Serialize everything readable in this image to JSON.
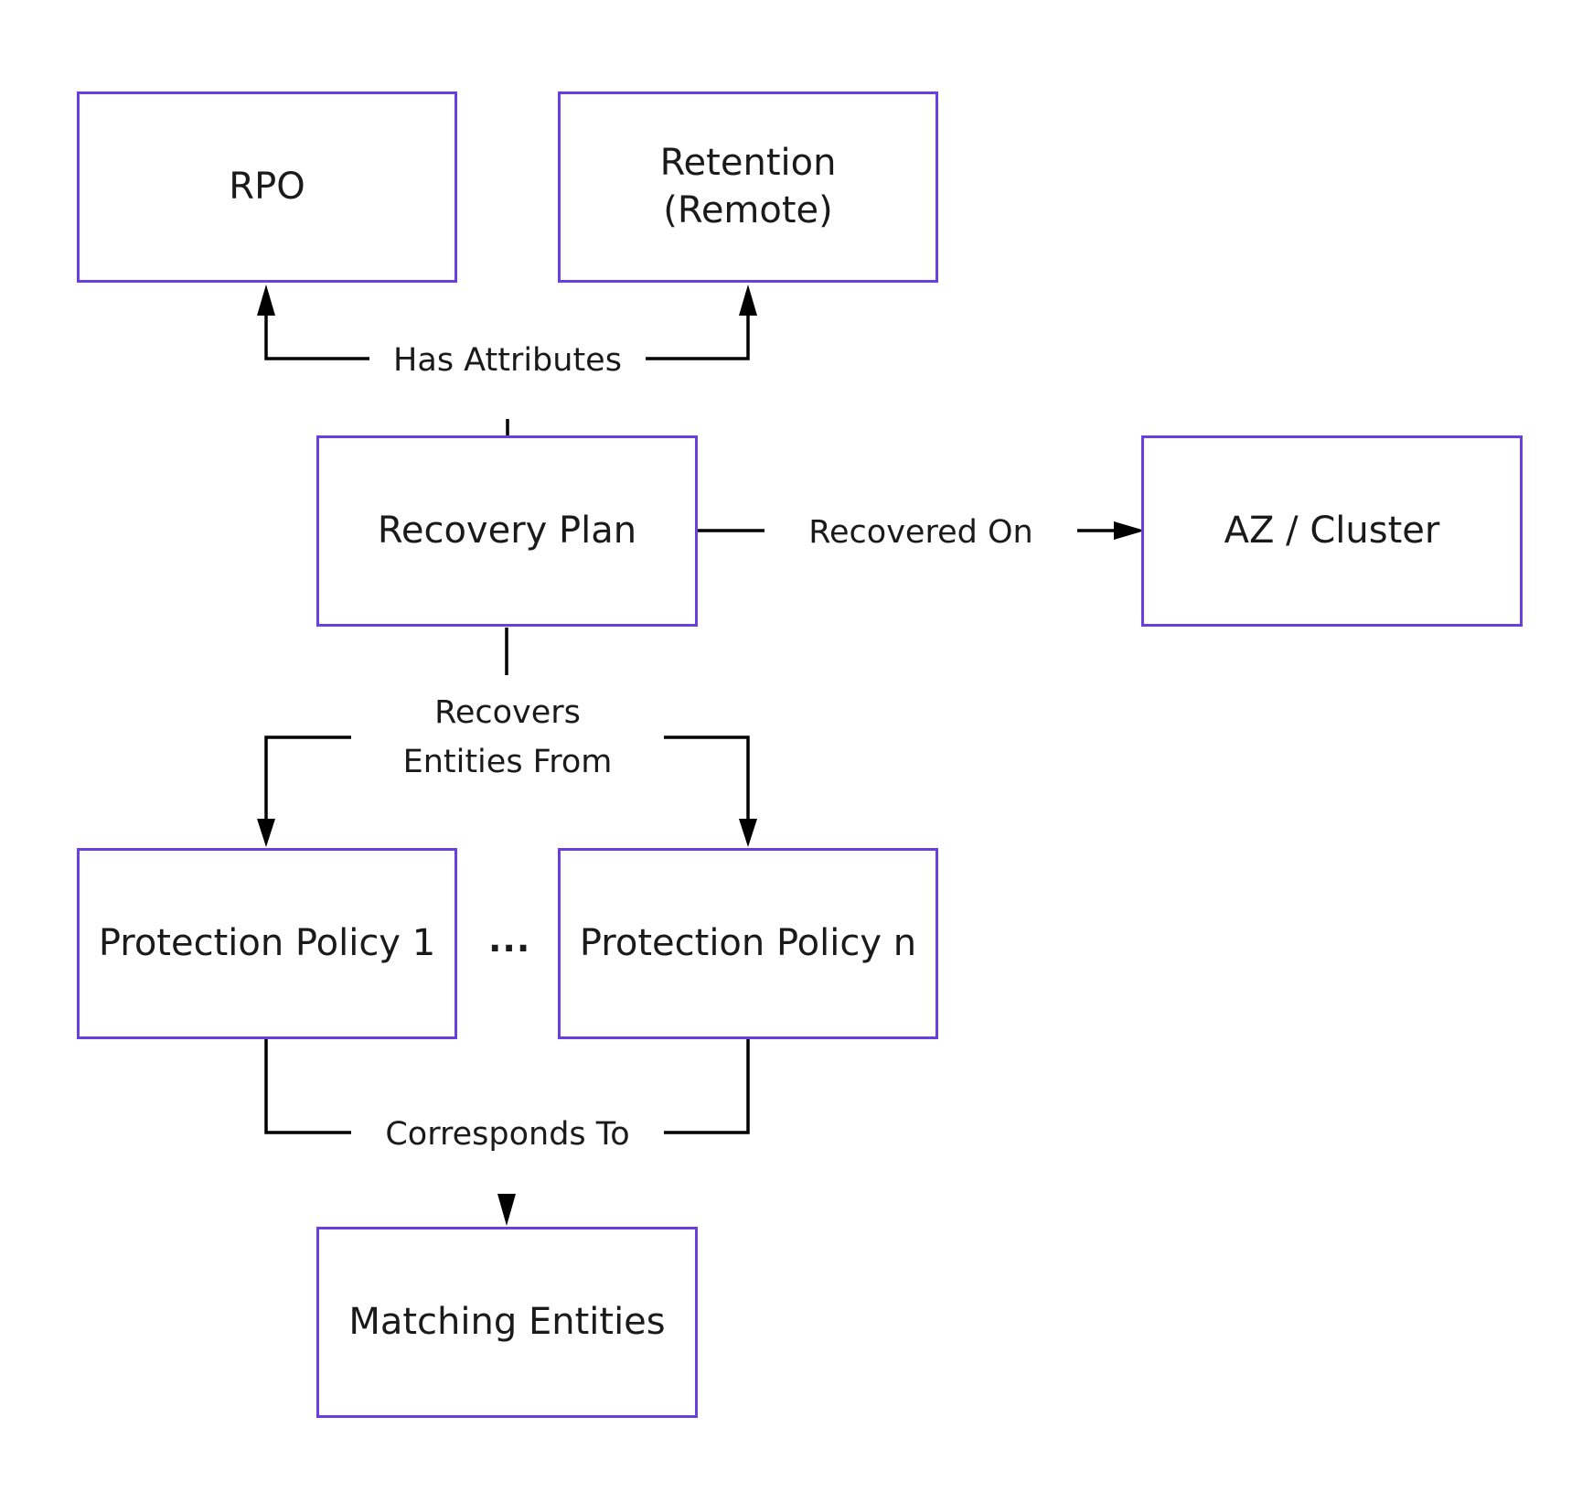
{
  "colors": {
    "node_border": "#6a3fe0",
    "connector": "#000000",
    "text": "#1a1a1a"
  },
  "nodes": {
    "rpo": "RPO",
    "retention": "Retention\n(Remote)",
    "recovery_plan": "Recovery Plan",
    "az_cluster": "AZ / Cluster",
    "policy_1": "Protection Policy 1",
    "policy_n": "Protection Policy n",
    "matching_entities": "Matching Entities"
  },
  "edges": {
    "has_attributes": "Has Attributes",
    "recovered_on": "Recovered On",
    "recovers_entities_from": "Recovers\nEntities From",
    "corresponds_to": "Corresponds To"
  },
  "ellipsis": "..."
}
